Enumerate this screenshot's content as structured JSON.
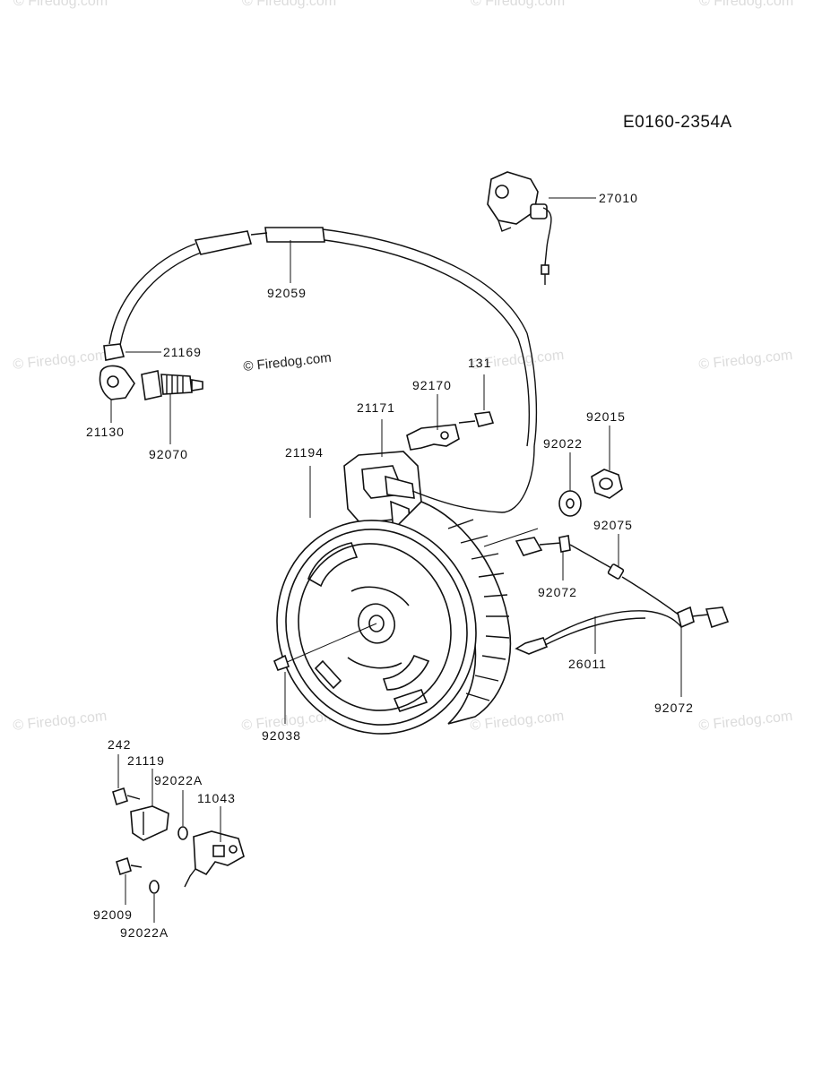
{
  "diagram_code": "E0160-2354A",
  "watermark": "© Firedog.com",
  "callouts": [
    {
      "id": "27010",
      "label": "27010"
    },
    {
      "id": "92059",
      "label": "92059"
    },
    {
      "id": "21169",
      "label": "21169"
    },
    {
      "id": "21130",
      "label": "21130"
    },
    {
      "id": "92070",
      "label": "92070"
    },
    {
      "id": "131",
      "label": "131"
    },
    {
      "id": "92170",
      "label": "92170"
    },
    {
      "id": "21171",
      "label": "21171"
    },
    {
      "id": "92015",
      "label": "92015"
    },
    {
      "id": "92022",
      "label": "92022"
    },
    {
      "id": "21194",
      "label": "21194"
    },
    {
      "id": "92075",
      "label": "92075"
    },
    {
      "id": "92072a",
      "label": "92072"
    },
    {
      "id": "26011",
      "label": "26011"
    },
    {
      "id": "92072b",
      "label": "92072"
    },
    {
      "id": "92038",
      "label": "92038"
    },
    {
      "id": "242",
      "label": "242"
    },
    {
      "id": "21119",
      "label": "21119"
    },
    {
      "id": "92022A-a",
      "label": "92022A"
    },
    {
      "id": "11043",
      "label": "11043"
    },
    {
      "id": "92009",
      "label": "92009"
    },
    {
      "id": "92022A-b",
      "label": "92022A"
    }
  ]
}
